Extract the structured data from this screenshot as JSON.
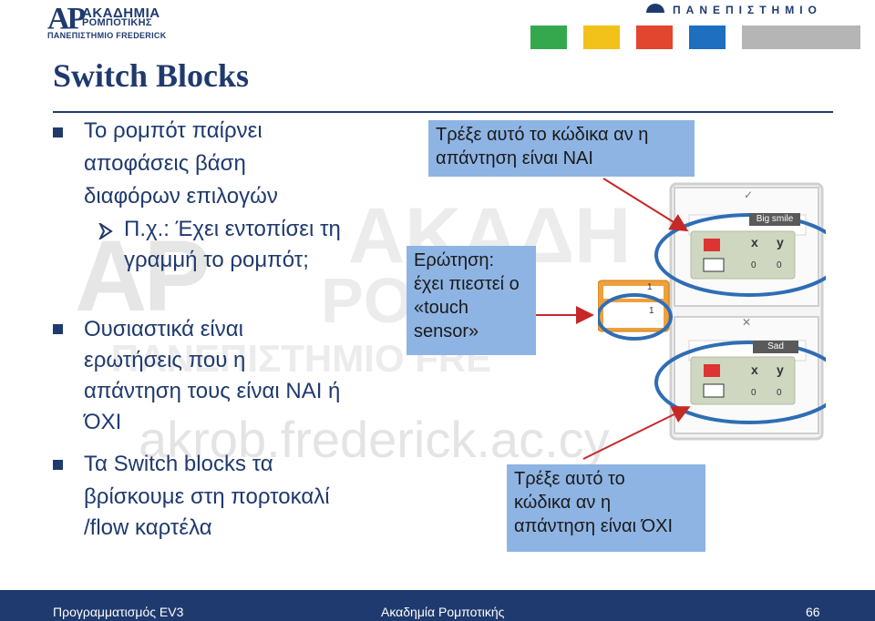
{
  "header": {
    "logo_mark": "ΑΡ",
    "logo_line1": "ΑΚΑΔΗΜΙΑ",
    "logo_line2": "ΡΟΜΠΟΤΙΚΗΣ",
    "logo_line3": "ΠΑΝΕΠΙΣΤΗΜΙΟ FREDERICK",
    "university_word": "ΠΑΝΕΠΙΣΤΗΜΙΟ",
    "strip_colors": [
      "#35a84e",
      "#f2c21a",
      "#e2462e",
      "#1f6fc0",
      "#a0a0a0"
    ]
  },
  "slide": {
    "title": "Switch Blocks",
    "bullets": [
      {
        "text_l1": "Το ρομπότ παίρνει",
        "text_l2": "αποφάσεις βάση",
        "text_l3": "διαφόρων επιλογών"
      },
      {
        "sub_l1": "Π.χ.: Έχει εντοπίσει τη",
        "sub_l2": "γραμμή το ρομπότ;"
      },
      {
        "text_l1": "Ουσιαστικά είναι",
        "text_l2": "ερωτήσεις που η",
        "text_l3": "απάντηση τους είναι ΝΑΙ ή",
        "text_l4": "ΌΧΙ"
      },
      {
        "text_l1": "Τα Switch blocks τα",
        "text_l2": "βρίσκουμε στη πορτοκαλί",
        "text_l3": "/flow καρτέλα"
      }
    ],
    "callouts": {
      "yes_l1": "Τρέξε αυτό το κώδικα αν η",
      "yes_l2": "απάντηση είναι ΝΑΙ",
      "question_l1": "Ερώτηση:",
      "question_l2": "έχει πιεστεί ο",
      "question_l3": "«touch",
      "question_l4": "sensor»",
      "no_l1": "Τρέξε αυτό το",
      "no_l2": "κώδικα αν η",
      "no_l3": "απάντηση είναι ΌΧΙ"
    },
    "watermark": {
      "line1": "ΑΚΑΔΗ",
      "line2": "ΡΟΜΠ",
      "line3": "ΠΑΝΕΠΙΣΤΗΜΙΟ FRE",
      "url": "akrob.frederick.ac.cy"
    },
    "code": {
      "true_label": "Big smile",
      "false_label": "Sad",
      "port_top": "1",
      "port_mid": "1",
      "x_label": "x",
      "y_label": "y",
      "zero": "0"
    }
  },
  "footer": {
    "left": "Προγραμματισμός EV3",
    "center": "Ακαδημία Ρομποτικής",
    "page": "66"
  }
}
